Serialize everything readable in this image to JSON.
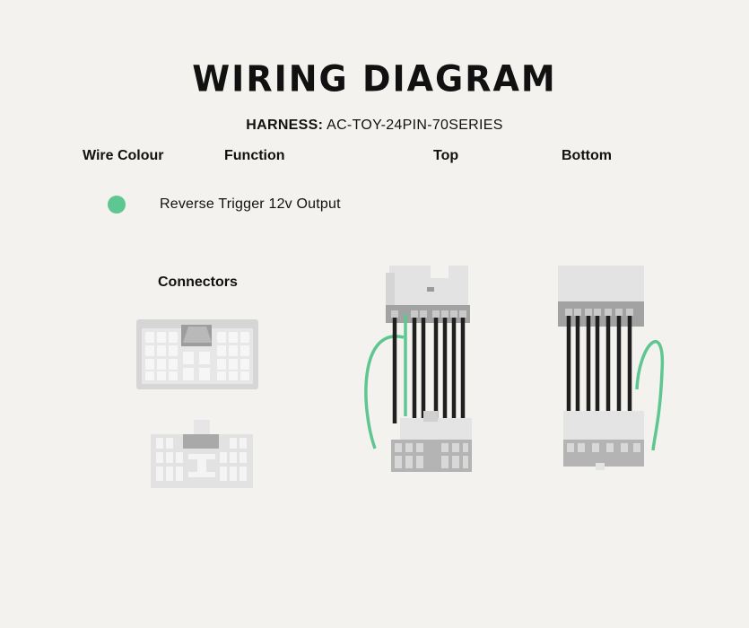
{
  "header": {
    "title": "WIRING DIAGRAM",
    "harness_label": "HARNESS:",
    "harness_value": "AC-TOY-24PIN-70SERIES"
  },
  "columns": {
    "wire_colour": "Wire Colour",
    "function": "Function",
    "top": "Top",
    "bottom": "Bottom"
  },
  "wires": [
    {
      "colour": "#5ec690",
      "function": "Reverse Trigger 12v Output"
    }
  ],
  "connectors": {
    "title": "Connectors"
  },
  "colors": {
    "background": "#f3f2ee",
    "green_wire": "#5ec690",
    "black_wire": "#1f1f1f",
    "connector_light": "#dcdcdc",
    "connector_dark": "#a8a8a8"
  }
}
